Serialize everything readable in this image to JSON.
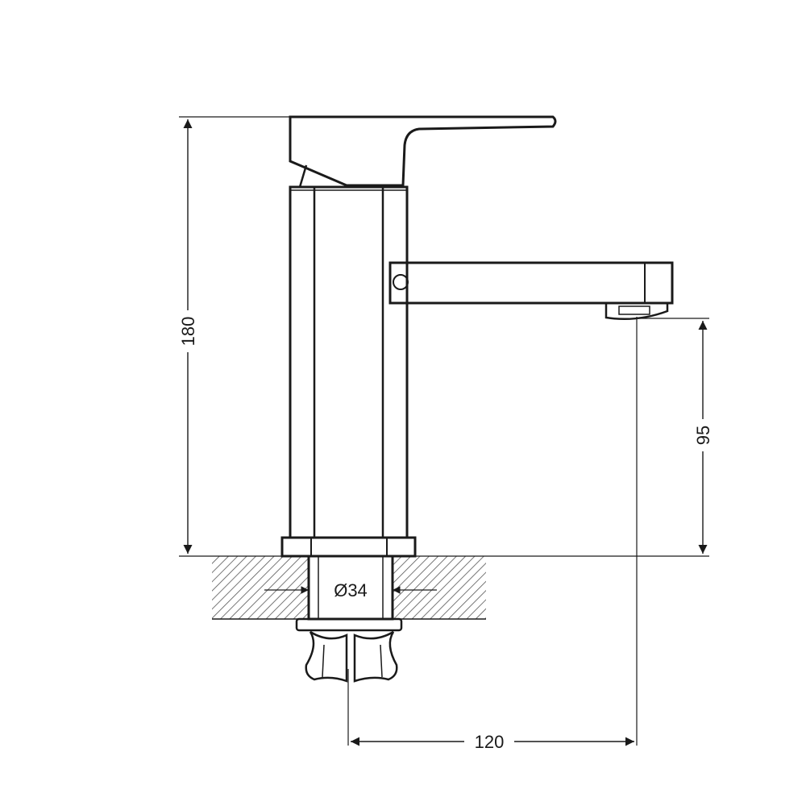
{
  "drawing": {
    "dimensions": {
      "total_height": "180",
      "spout_height": "95",
      "spout_reach": "120",
      "mounting_hole_diameter": "Ø34"
    }
  }
}
